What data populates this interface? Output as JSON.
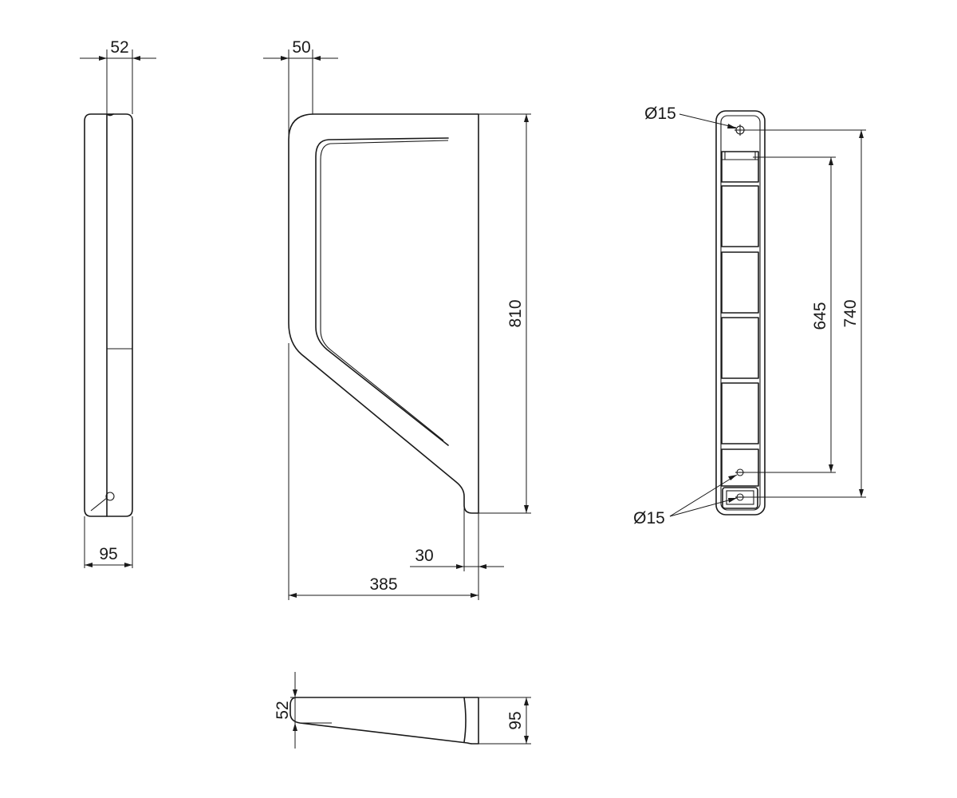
{
  "drawing": {
    "side_view": {
      "dim_top": "52",
      "dim_bottom": "95"
    },
    "front_view": {
      "dim_top": "50",
      "dim_height": "810",
      "dim_foot": "30",
      "dim_width": "385"
    },
    "plan_view": {
      "dim_left": "52",
      "dim_right": "95"
    },
    "back_view": {
      "dim_hole_top": "Ø15",
      "dim_holes_bottom": "Ø15",
      "dim_inner": "645",
      "dim_outer": "740"
    }
  },
  "colors": {
    "line": "#1a1a1a",
    "background": "#ffffff"
  }
}
